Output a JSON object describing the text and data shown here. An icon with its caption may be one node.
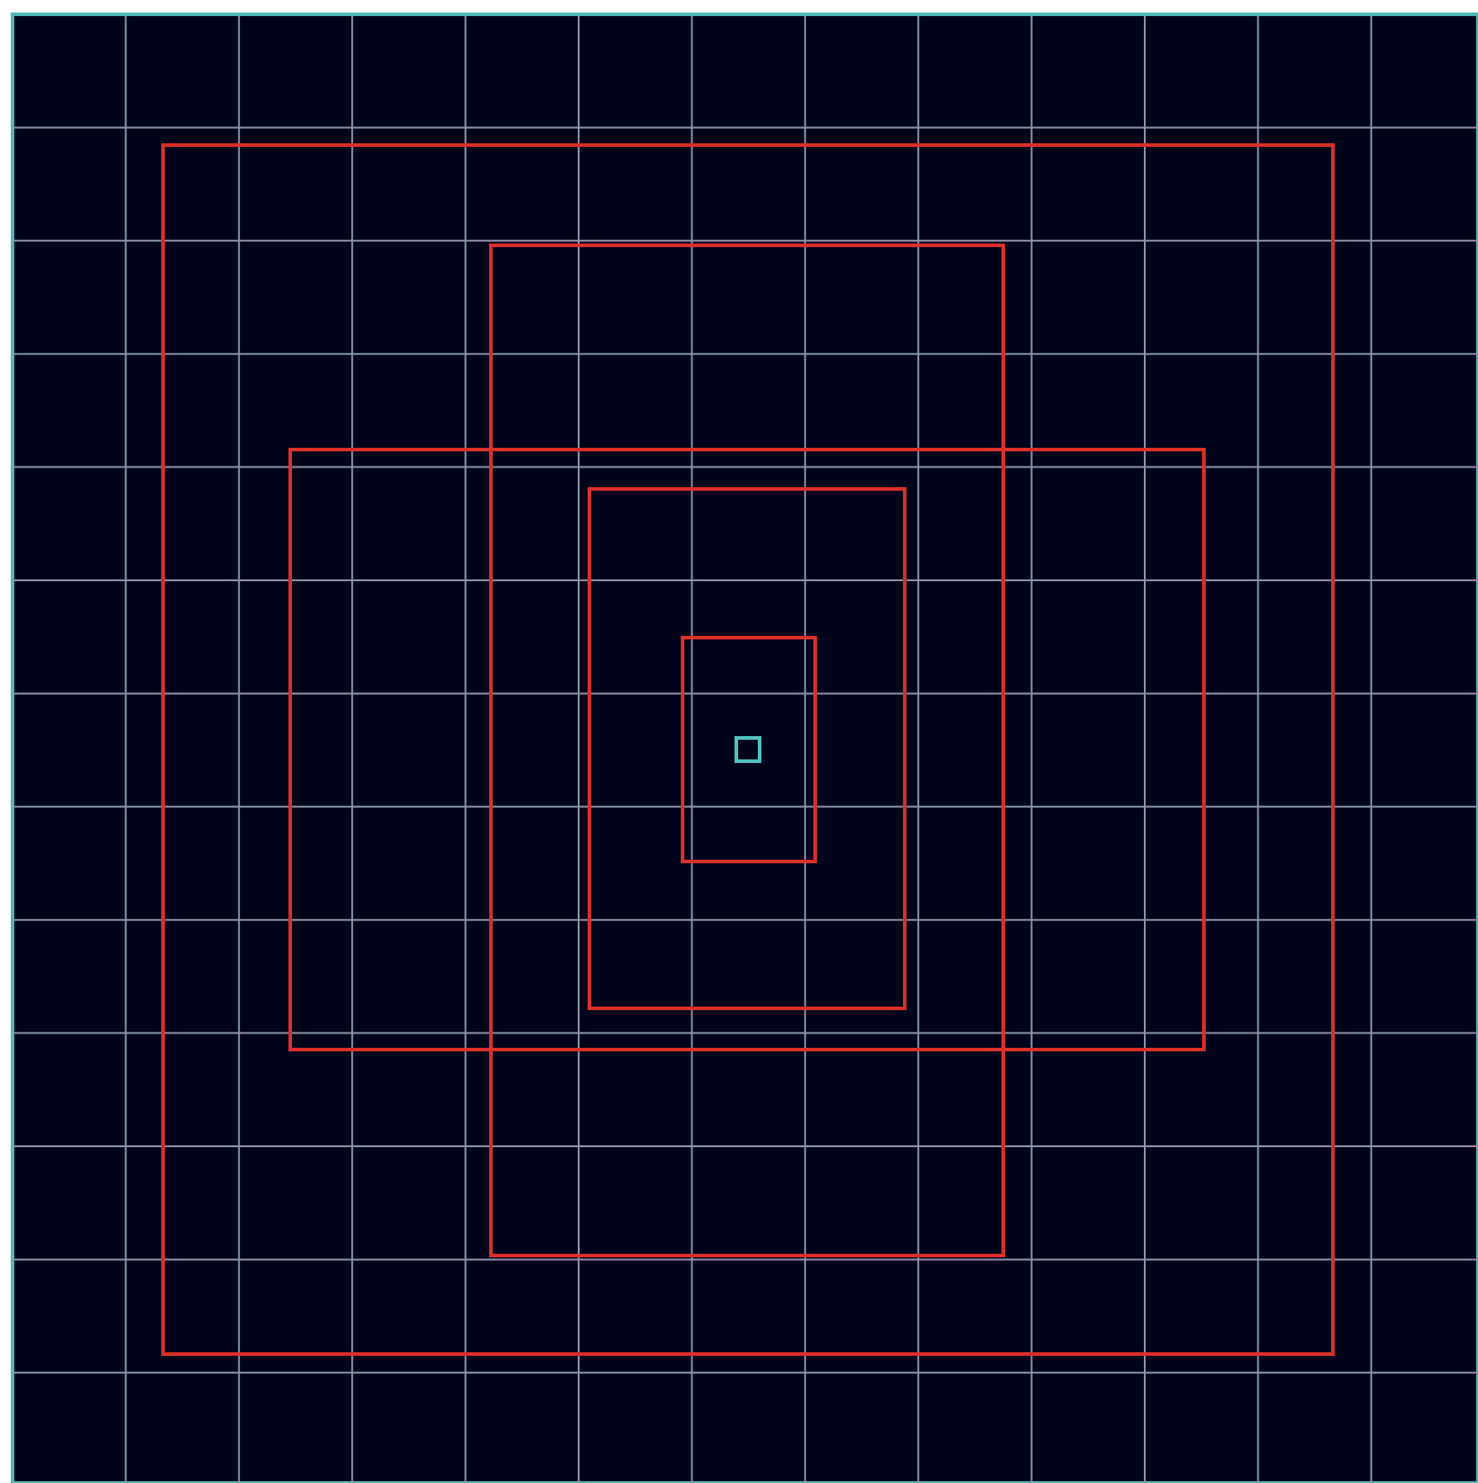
{
  "diagram": {
    "nodes": [
      {
        "text": [],
        "shape": "box"
      },
      {
        "text": [],
        "shape": "box",
        "in": 0
      },
      {
        "text": [],
        "shape": "box",
        "in": 0
      },
      {
        "text": [],
        "shape": "box"
      },
      {
        "text": [],
        "shape": "box",
        "in": 3
      },
      {
        "text": [],
        "shape": "box",
        "in": 4
      }
    ]
  }
}
